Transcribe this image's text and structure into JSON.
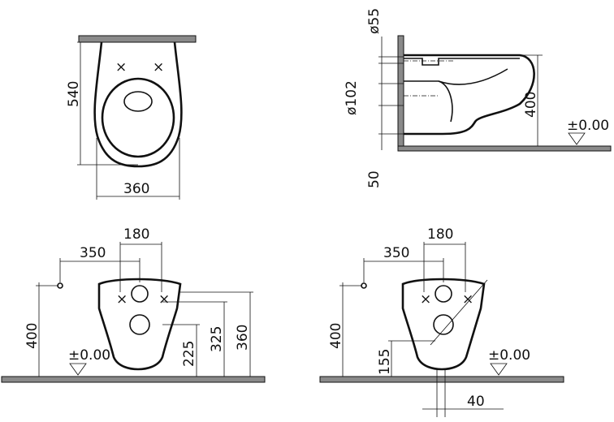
{
  "top_view": {
    "height_label": "540",
    "width_label": "360"
  },
  "side_view": {
    "pipe_top_label": "ø55",
    "pipe_outlet_label": "ø102",
    "rim_height_label": "400",
    "base_label": "50",
    "floor_label": "±0.00"
  },
  "front_view_left": {
    "half_spacing_label": "180",
    "offset_label": "350",
    "height_label": "400",
    "floor_label": "±0.00",
    "dim_225": "225",
    "dim_325": "325",
    "dim_360": "360"
  },
  "front_view_right": {
    "half_spacing_label": "180",
    "offset_label": "350",
    "height_label": "400",
    "floor_label": "±0.00",
    "dim_155": "155",
    "dim_40": "40"
  }
}
